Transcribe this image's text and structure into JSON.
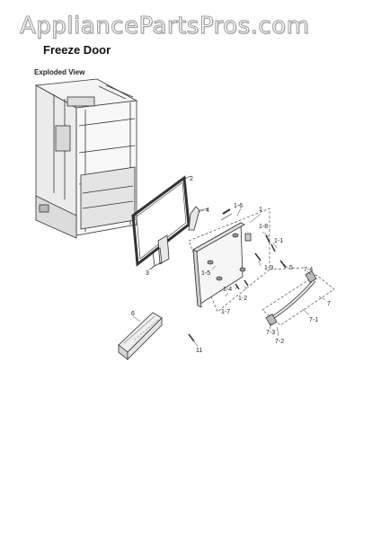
{
  "header": {
    "watermark": "AppliancePartsPros.com",
    "title": "Freeze Door",
    "view_label": "Exploded View"
  },
  "callouts": {
    "c1": "1",
    "c1_1": "1-1",
    "c1_2": "1-2",
    "c1_3": "1-3",
    "c1_4": "1-4",
    "c1_5": "1-5",
    "c1_6": "1-6",
    "c1_7": "1-7",
    "c1_8": "1-8",
    "c2": "2",
    "c3": "3",
    "c4": "4",
    "c5": "5",
    "c6": "6",
    "c7": "7",
    "c7_1": "7-1",
    "c7_2": "7-2",
    "c7_3": "7-3",
    "c7_4": "7-4",
    "c11": "11"
  }
}
